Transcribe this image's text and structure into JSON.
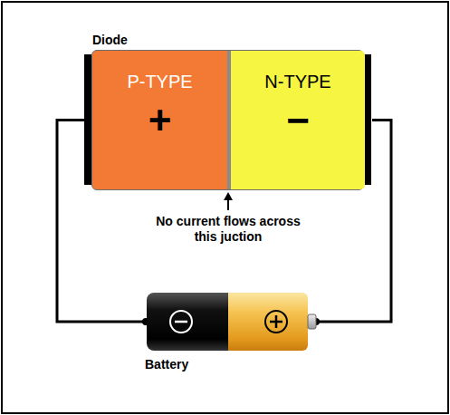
{
  "diagram": {
    "nodes": [
      {
        "text": [
          "Diode"
        ]
      },
      {
        "text": [
          "P-TYPE",
          "+"
        ],
        "in": 0
      },
      {
        "text": [
          "N-TYPE",
          "−"
        ],
        "in": 0
      },
      {
        "text": [
          "Battery"
        ]
      }
    ],
    "edges": [
      {
        "from": 1,
        "to": 3,
        "arrow": "none"
      },
      {
        "from": 2,
        "to": 3,
        "arrow": "none"
      }
    ],
    "labels": [
      "No current flows across this juction"
    ]
  }
}
